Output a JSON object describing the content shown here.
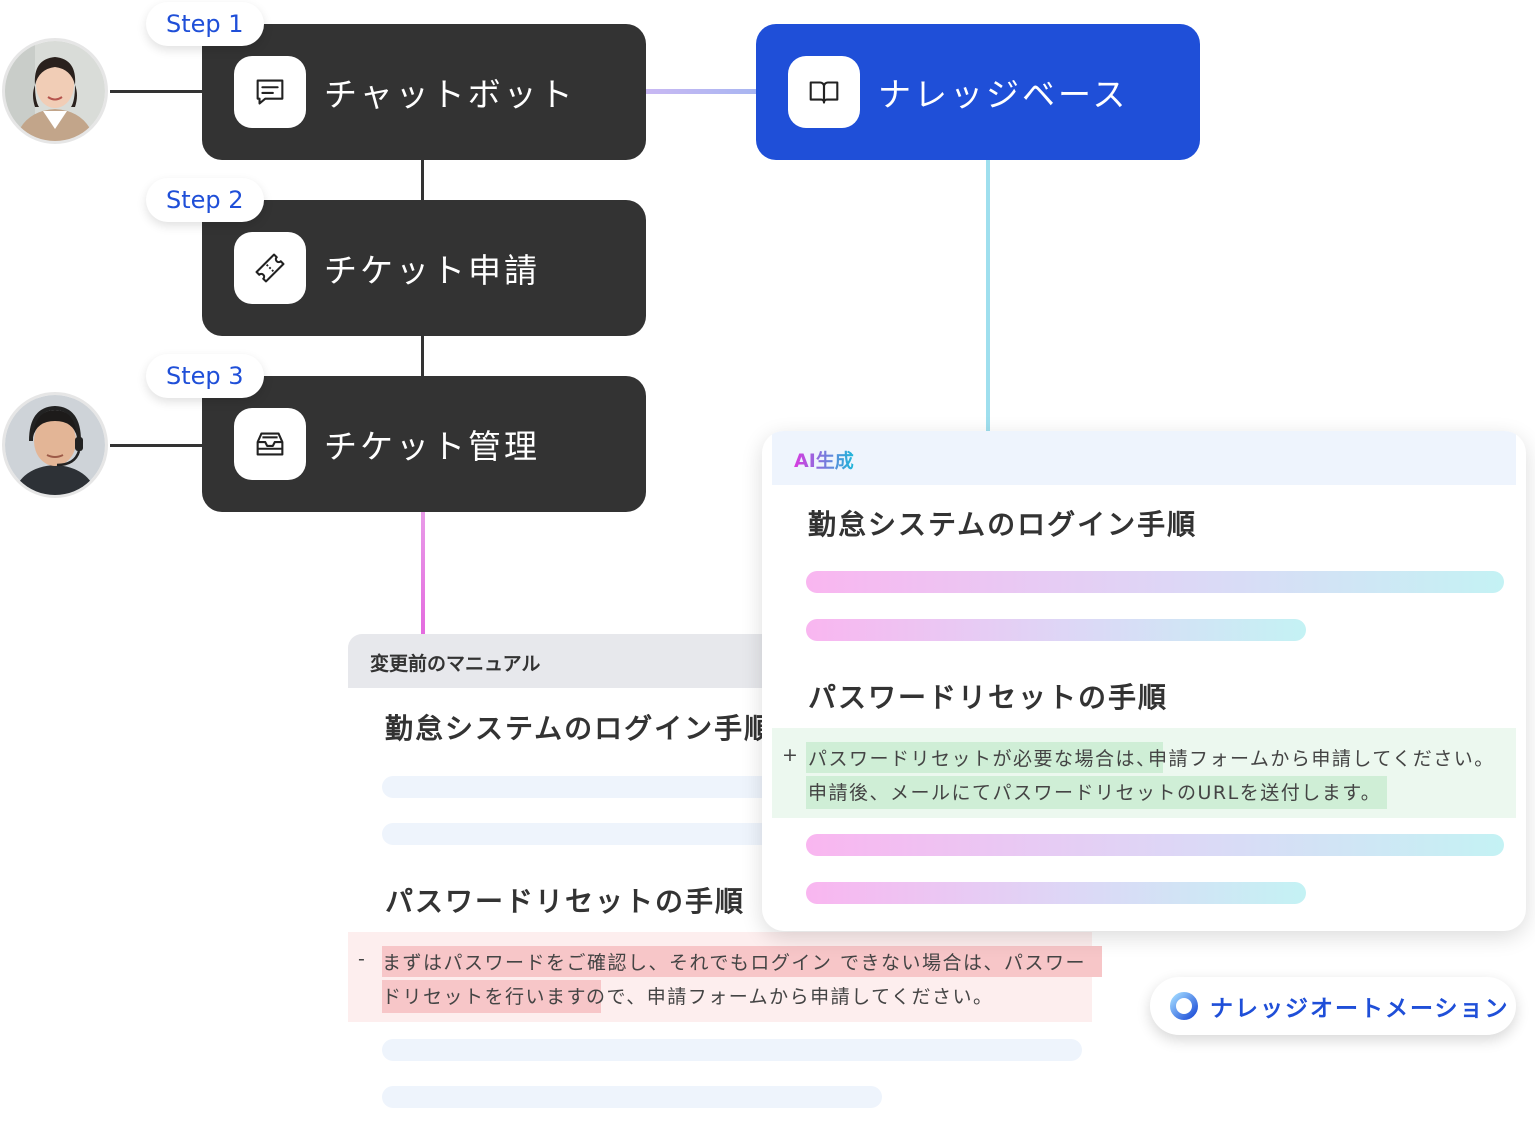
{
  "steps": [
    {
      "badge": "Step 1",
      "label": "チャットボット",
      "icon": "chat-bubble-icon"
    },
    {
      "badge": "Step 2",
      "label": "チケット申請",
      "icon": "ticket-icon"
    },
    {
      "badge": "Step 3",
      "label": "チケット管理",
      "icon": "inbox-tray-icon"
    }
  ],
  "knowledge_base": {
    "label": "ナレッジベース",
    "icon": "open-book-icon"
  },
  "old_manual": {
    "header": "変更前のマニュアル",
    "title1": "勤怠システムのログイン手順",
    "title2": "パスワードリセットの手順",
    "diff_marker": "-",
    "removed_line1": "まずはパスワードをご確認し、それでもログイン できない場合は、パスワー",
    "removed_line2_highlight": "ドリセットを行います ",
    "removed_line2_rest": "ので、申請フォームから申請してください。"
  },
  "ai_card": {
    "tag": "AI生成",
    "title1": "勤怠システムのログイン手順",
    "title2": "パスワードリセットの手順",
    "diff_marker": "+",
    "added_line1_highlight": "パスワードリセットが必要な場合は、",
    "added_line1_rest": "申請フォームから申請してください。",
    "added_line2_highlight": "申請後、メールにてパスワードリセットのURLを送付します。"
  },
  "badge": {
    "label": "ナレッジオートメーション",
    "icon": "ring-logo-icon"
  },
  "colors": {
    "step_box": "#333333",
    "accent_blue": "#1f4fd8",
    "removed_bg": "#fdeeee",
    "removed_highlight": "#f7c6c8",
    "added_bg": "#ecf8ef",
    "added_highlight": "#cfeed6"
  }
}
